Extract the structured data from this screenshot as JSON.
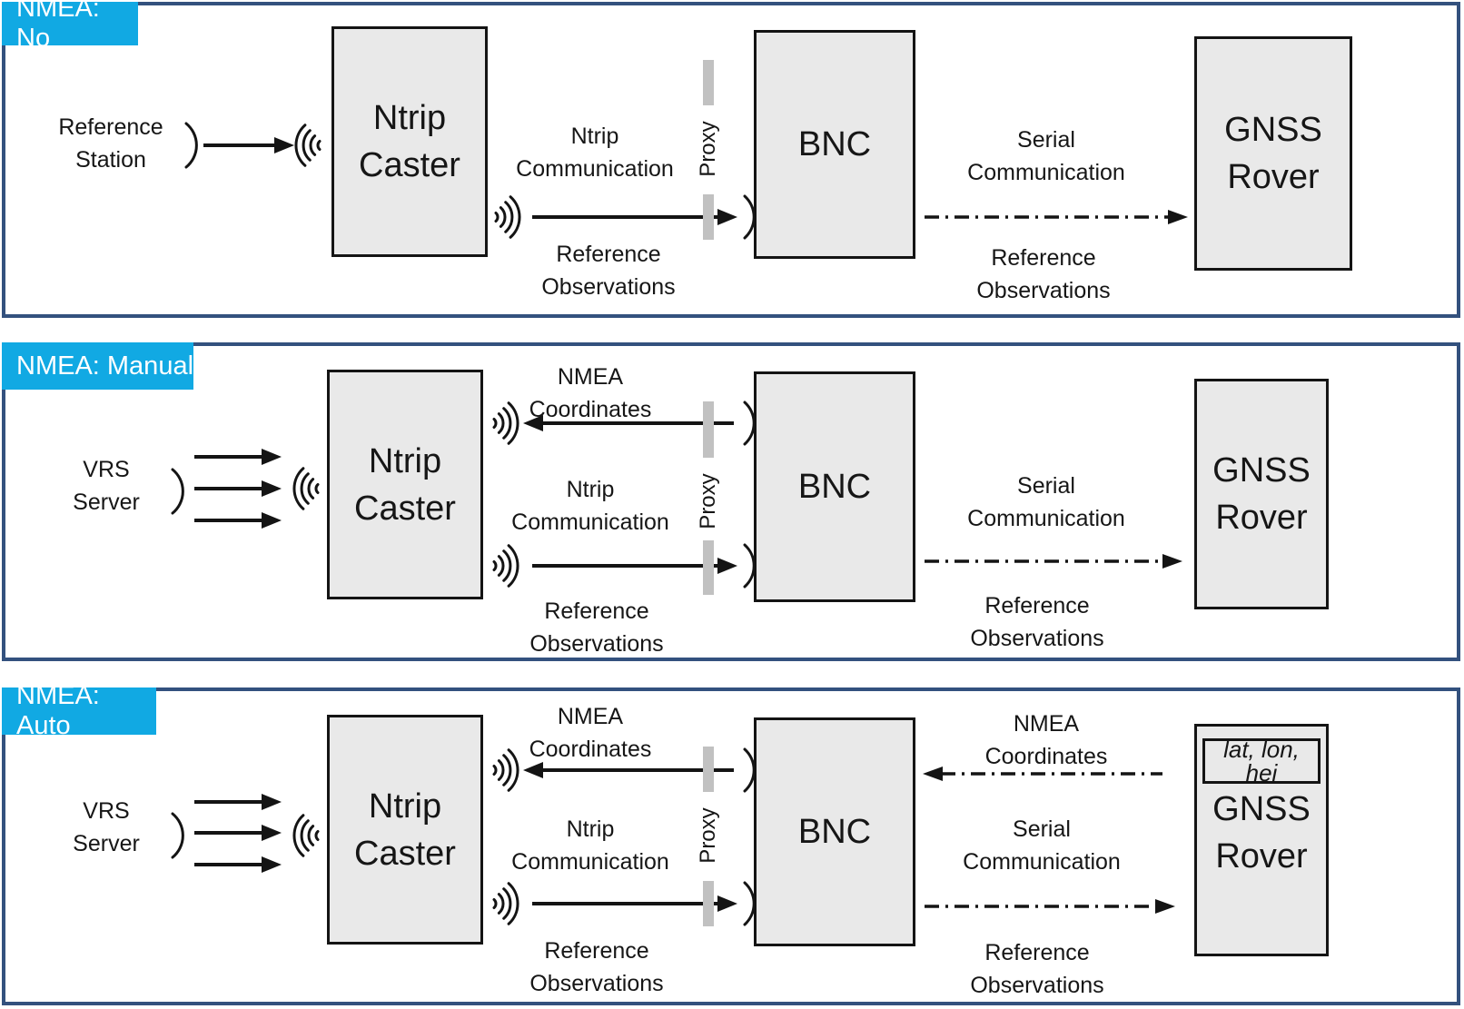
{
  "colors": {
    "panel_border": "#33517E",
    "tag_background": "#11A9E3",
    "tag_text": "#FFFFFF",
    "box_fill": "#E9E9E9",
    "stroke": "#141414",
    "proxy_bar": "#C1C1C1"
  },
  "icons": {
    "signal-arc-icon": ")",
    "radio-waves-in-icon": "(((",
    "radio-waves-out-icon": ")))"
  },
  "panels": [
    {
      "tag": "NMEA: No",
      "source": [
        "Reference",
        "Station"
      ],
      "caster": [
        "Ntrip",
        "Caster"
      ],
      "bnc": "BNC",
      "rover": [
        "GNSS",
        "Rover"
      ],
      "proxy": "Proxy",
      "ntrip_comm": [
        "Ntrip",
        "Communication"
      ],
      "ref_obs_left": [
        "Reference",
        "Observations"
      ],
      "serial_comm": [
        "Serial",
        "Communication"
      ],
      "ref_obs_right": [
        "Reference",
        "Observations"
      ]
    },
    {
      "tag": "NMEA: Manual",
      "source": [
        "VRS",
        "Server"
      ],
      "caster": [
        "Ntrip",
        "Caster"
      ],
      "bnc": "BNC",
      "rover": [
        "GNSS",
        "Rover"
      ],
      "proxy": "Proxy",
      "nmea_coords": [
        "NMEA",
        "Coordinates"
      ],
      "ntrip_comm": [
        "Ntrip",
        "Communication"
      ],
      "ref_obs_left": [
        "Reference",
        "Observations"
      ],
      "serial_comm": [
        "Serial",
        "Communication"
      ],
      "ref_obs_right": [
        "Reference",
        "Observations"
      ]
    },
    {
      "tag": "NMEA: Auto",
      "source": [
        "VRS",
        "Server"
      ],
      "caster": [
        "Ntrip",
        "Caster"
      ],
      "bnc": "BNC",
      "rover": [
        "GNSS",
        "Rover"
      ],
      "rover_inner": "lat, lon, hei",
      "proxy": "Proxy",
      "nmea_coords_left": [
        "NMEA",
        "Coordinates"
      ],
      "nmea_coords_right": [
        "NMEA",
        "Coordinates"
      ],
      "ntrip_comm": [
        "Ntrip",
        "Communication"
      ],
      "ref_obs_left": [
        "Reference",
        "Observations"
      ],
      "serial_comm": [
        "Serial",
        "Communication"
      ],
      "ref_obs_right": [
        "Reference",
        "Observations"
      ]
    }
  ]
}
